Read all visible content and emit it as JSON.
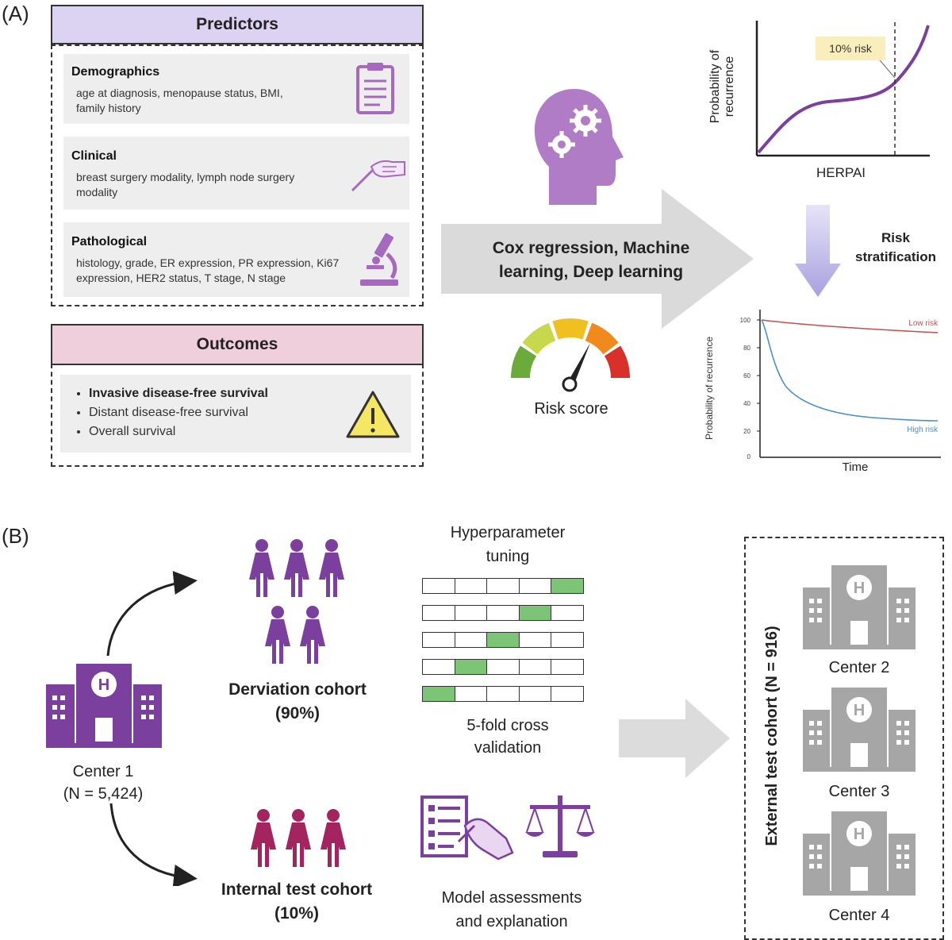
{
  "panel_a": {
    "letter": "(A)",
    "predictors": {
      "title": "Predictors",
      "cards": [
        {
          "title": "Demographics",
          "text": "age at diagnosis, menopause status, BMI, family history",
          "icon": "clipboard-icon"
        },
        {
          "title": "Clinical",
          "text": "breast surgery modality, lymph node surgery modality",
          "icon": "scalpel-hand-icon"
        },
        {
          "title": "Pathological",
          "text": "histology, grade, ER expression, PR expression, Ki67 expression, HER2 status, T stage, N stage",
          "icon": "microscope-icon"
        }
      ]
    },
    "outcomes": {
      "title": "Outcomes",
      "items": [
        "Invasive disease-free survival",
        "Distant disease-free survival",
        "Overall survival"
      ],
      "icon": "warning-icon"
    },
    "method_label": "Cox regression, Machine learning, Deep learning",
    "risk_score_label": "Risk score",
    "risk_chart": {
      "ylabel": "Probability of recurrence",
      "xlabel": "HERPAI",
      "annotation": "10% risk"
    },
    "stratification_label": "Risk stratification",
    "km_chart": {
      "ylabel": "Probability of recurrence",
      "xlabel": "Time",
      "yticks": [
        "100",
        "80",
        "60",
        "40",
        "20",
        "0"
      ],
      "low_label": "Low risk",
      "high_label": "High risk",
      "low_color": "#c0504d",
      "high_color": "#4a90c8"
    }
  },
  "panel_b": {
    "letter": "(B)",
    "center1": {
      "name": "Center 1",
      "n": "(N = 5,424)"
    },
    "derivation": {
      "line1": "Derviation cohort",
      "line2": "(90%)"
    },
    "internal": {
      "line1": "Internal test cohort",
      "line2": "(10%)"
    },
    "tuning": {
      "line1": "Hyperparameter",
      "line2": "tuning"
    },
    "cv": {
      "line1": "5-fold cross",
      "line2": "validation"
    },
    "assess": {
      "line1": "Model assessments",
      "line2": "and explanation"
    },
    "external": {
      "title": "External test cohort (N = 916)",
      "centers": [
        "Center 2",
        "Center 3",
        "Center 4"
      ]
    }
  },
  "colors": {
    "purple": "#7b3f9e",
    "light_purple": "#a569bd",
    "maroon": "#a3245e",
    "green": "#7cc576",
    "gray_building": "#a6a6a6",
    "predictor_header": "#dcd3f2",
    "outcome_header": "#f0cfdc"
  }
}
